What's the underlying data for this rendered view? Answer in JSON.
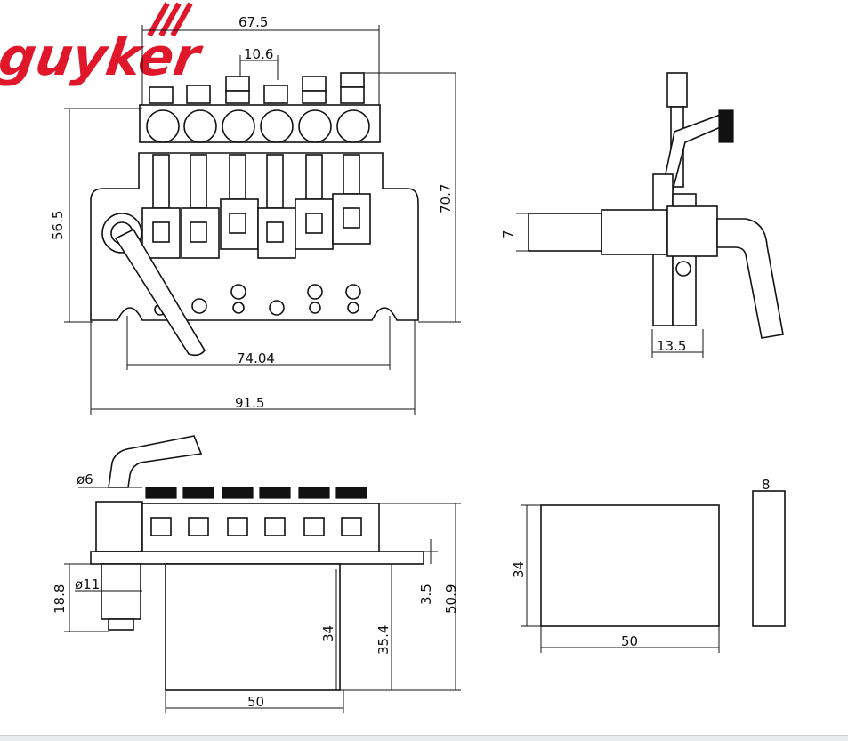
{
  "logo": {
    "text": "guyker",
    "color": "#e0172a"
  },
  "front_view": {
    "dim_overall_width_top": "67.5",
    "dim_string_spacing": "10.6",
    "dim_height_left": "56.5",
    "dim_height_right": "70.7",
    "dim_post_spacing": "74.04",
    "dim_baseplate_width": "91.5"
  },
  "side_view": {
    "dim_arm_diameter": "7",
    "dim_depth": "13.5"
  },
  "rear_view": {
    "dim_arm_thread": "ø6",
    "dim_bushing_diameter": "ø11",
    "dim_bushing_height": "18.8",
    "dim_block_height": "34",
    "dim_block_total": "35.4",
    "dim_plate_thickness": "3.5",
    "dim_total_height": "50.9",
    "dim_block_width": "50"
  },
  "block_view": {
    "dim_height": "34",
    "dim_width": "50",
    "dim_thickness": "8"
  }
}
